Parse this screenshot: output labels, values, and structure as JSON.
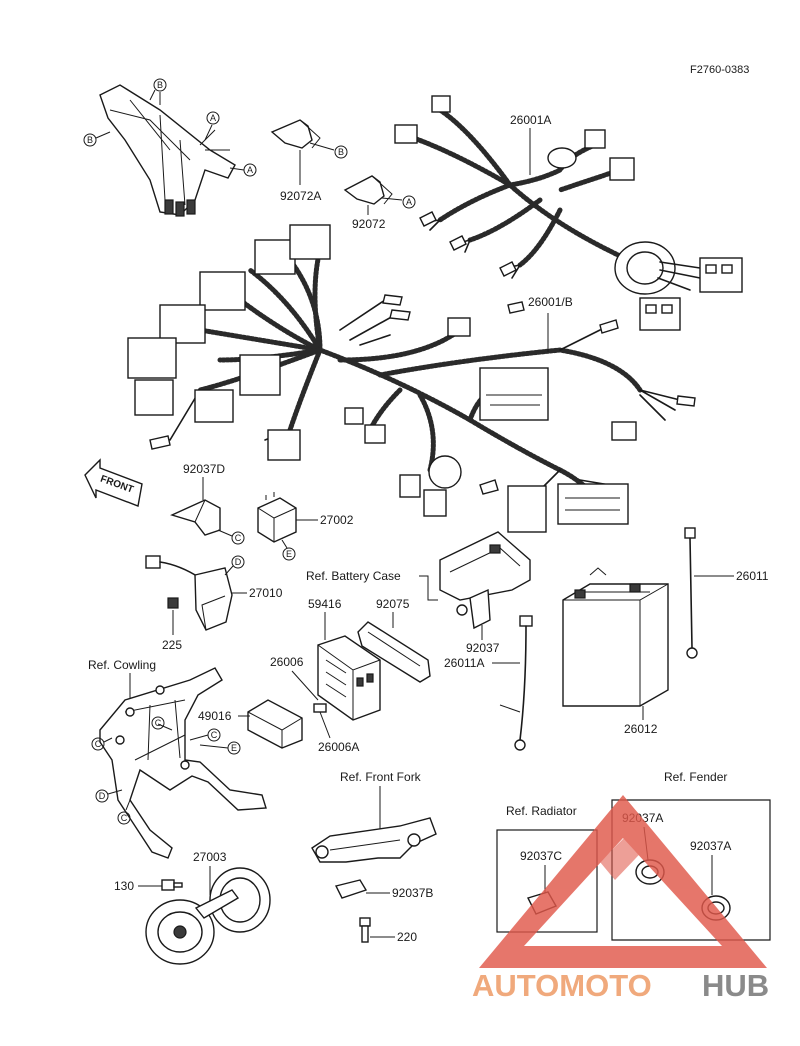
{
  "code": "F2760-0383",
  "front_label": "FRONT",
  "callout_letters": {
    "a": "A",
    "b": "B",
    "c": "C",
    "d": "D",
    "e": "E"
  },
  "parts": {
    "p26001A": "26001A",
    "p26001B": "26001/B",
    "p92072A": "92072A",
    "p92072": "92072",
    "p92037D": "92037D",
    "p27002": "27002",
    "p27010": "27010",
    "p225": "225",
    "p59416": "59416",
    "p92075": "92075",
    "p26006": "26006",
    "p26006A": "26006A",
    "p49016": "49016",
    "p92037": "92037",
    "p26011A": "26011A",
    "p26011": "26011",
    "p26012": "26012",
    "p27003": "27003",
    "p130": "130",
    "p92037B": "92037B",
    "p220": "220",
    "p92037C": "92037C",
    "p92037A_1": "92037A",
    "p92037A_2": "92037A"
  },
  "refs": {
    "battery_case": "Ref. Battery Case",
    "cowling": "Ref. Cowling",
    "front_fork": "Ref. Front Fork",
    "radiator": "Ref. Radiator",
    "fender": "Ref. Fender"
  },
  "watermark": {
    "part1": "AUTOMOTO",
    "part2": "HUB",
    "color1": "#f0a97c",
    "color2": "#8a8a8a",
    "logo_color": "#e0584a"
  }
}
